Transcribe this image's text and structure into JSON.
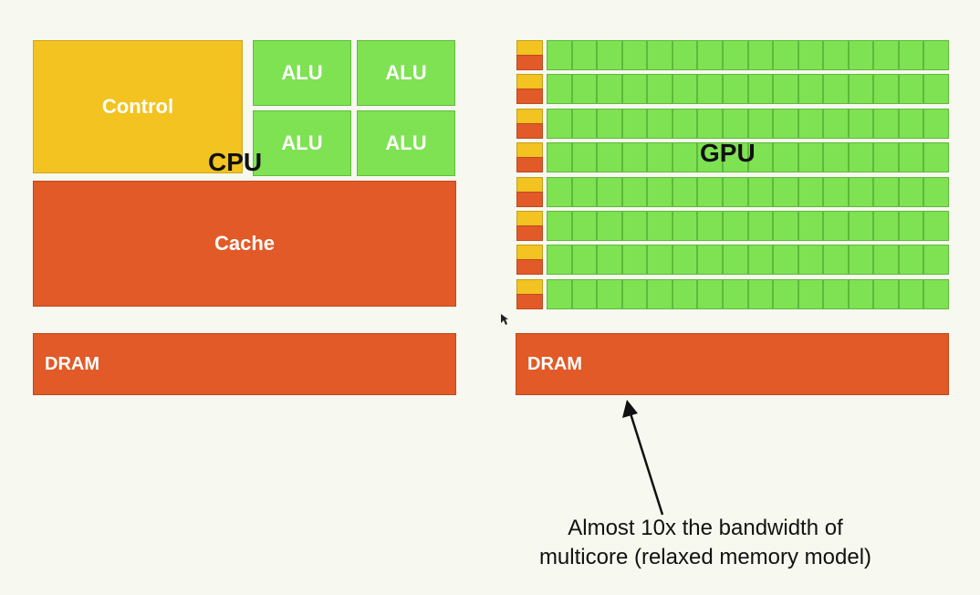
{
  "cpu": {
    "label": "CPU",
    "control_label": "Control",
    "alus": [
      "ALU",
      "ALU",
      "ALU",
      "ALU"
    ],
    "cache_label": "Cache",
    "dram_label": "DRAM"
  },
  "gpu": {
    "label": "GPU",
    "rows": 8,
    "cells_per_row": 16,
    "dram_label": "DRAM"
  },
  "annotation": {
    "line1": "Almost 10x the bandwidth of",
    "line2": "multicore (relaxed memory model)"
  },
  "colors": {
    "control": "#f2c321",
    "alu": "#7ee253",
    "cache_dram": "#e15a27",
    "background": "#f7f8ef"
  },
  "icons": {
    "cursor": "mouse-pointer-icon",
    "arrow": "up-arrow-icon"
  }
}
